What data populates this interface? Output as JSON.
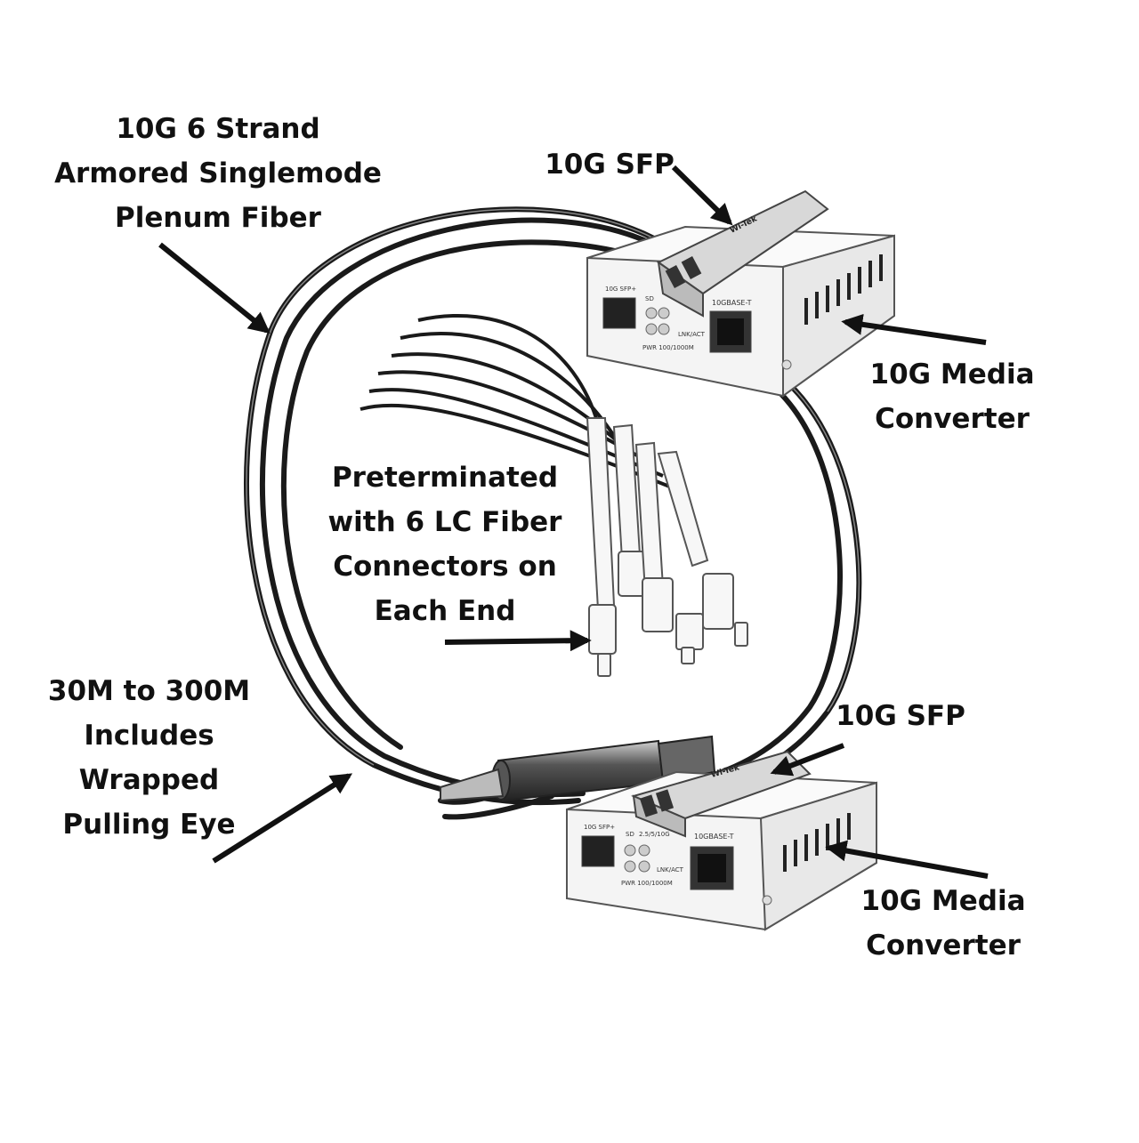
{
  "labels": {
    "fiber": [
      "10G 6 Strand",
      "Armored Singlemode",
      "Plenum Fiber"
    ],
    "sfp_top": "10G SFP",
    "converter_top": [
      "10G Media",
      "Converter"
    ],
    "connectors": [
      "Preterminated",
      "with 6 LC Fiber",
      "Connectors on",
      "Each End"
    ],
    "length": [
      "30M to 300M",
      "Includes",
      "Wrapped",
      "Pulling Eye"
    ],
    "sfp_bottom": "10G SFP",
    "converter_bottom": [
      "10G Media",
      "Converter"
    ]
  },
  "device_top": {
    "port_sfp": "10G SFP+",
    "port_rj45": "10GBASE-T",
    "led_sd": "SD",
    "led_link": "LNK/ACT",
    "led_pwr": "PWR 100/1000M",
    "sfp_brand": "Wi-Tek"
  },
  "device_bottom": {
    "port_sfp": "10G SFP+",
    "port_rj45": "10GBASE-T",
    "led_sd": "SD",
    "led_speed": "2.5/5/10G",
    "led_link": "LNK/ACT",
    "led_pwr": "PWR 100/1000M",
    "sfp_brand": "Wi-Tek"
  },
  "colors": {
    "text": "#111111",
    "cable": "#1a1a1a",
    "device": "#f4f4f4",
    "outline": "#555555"
  }
}
